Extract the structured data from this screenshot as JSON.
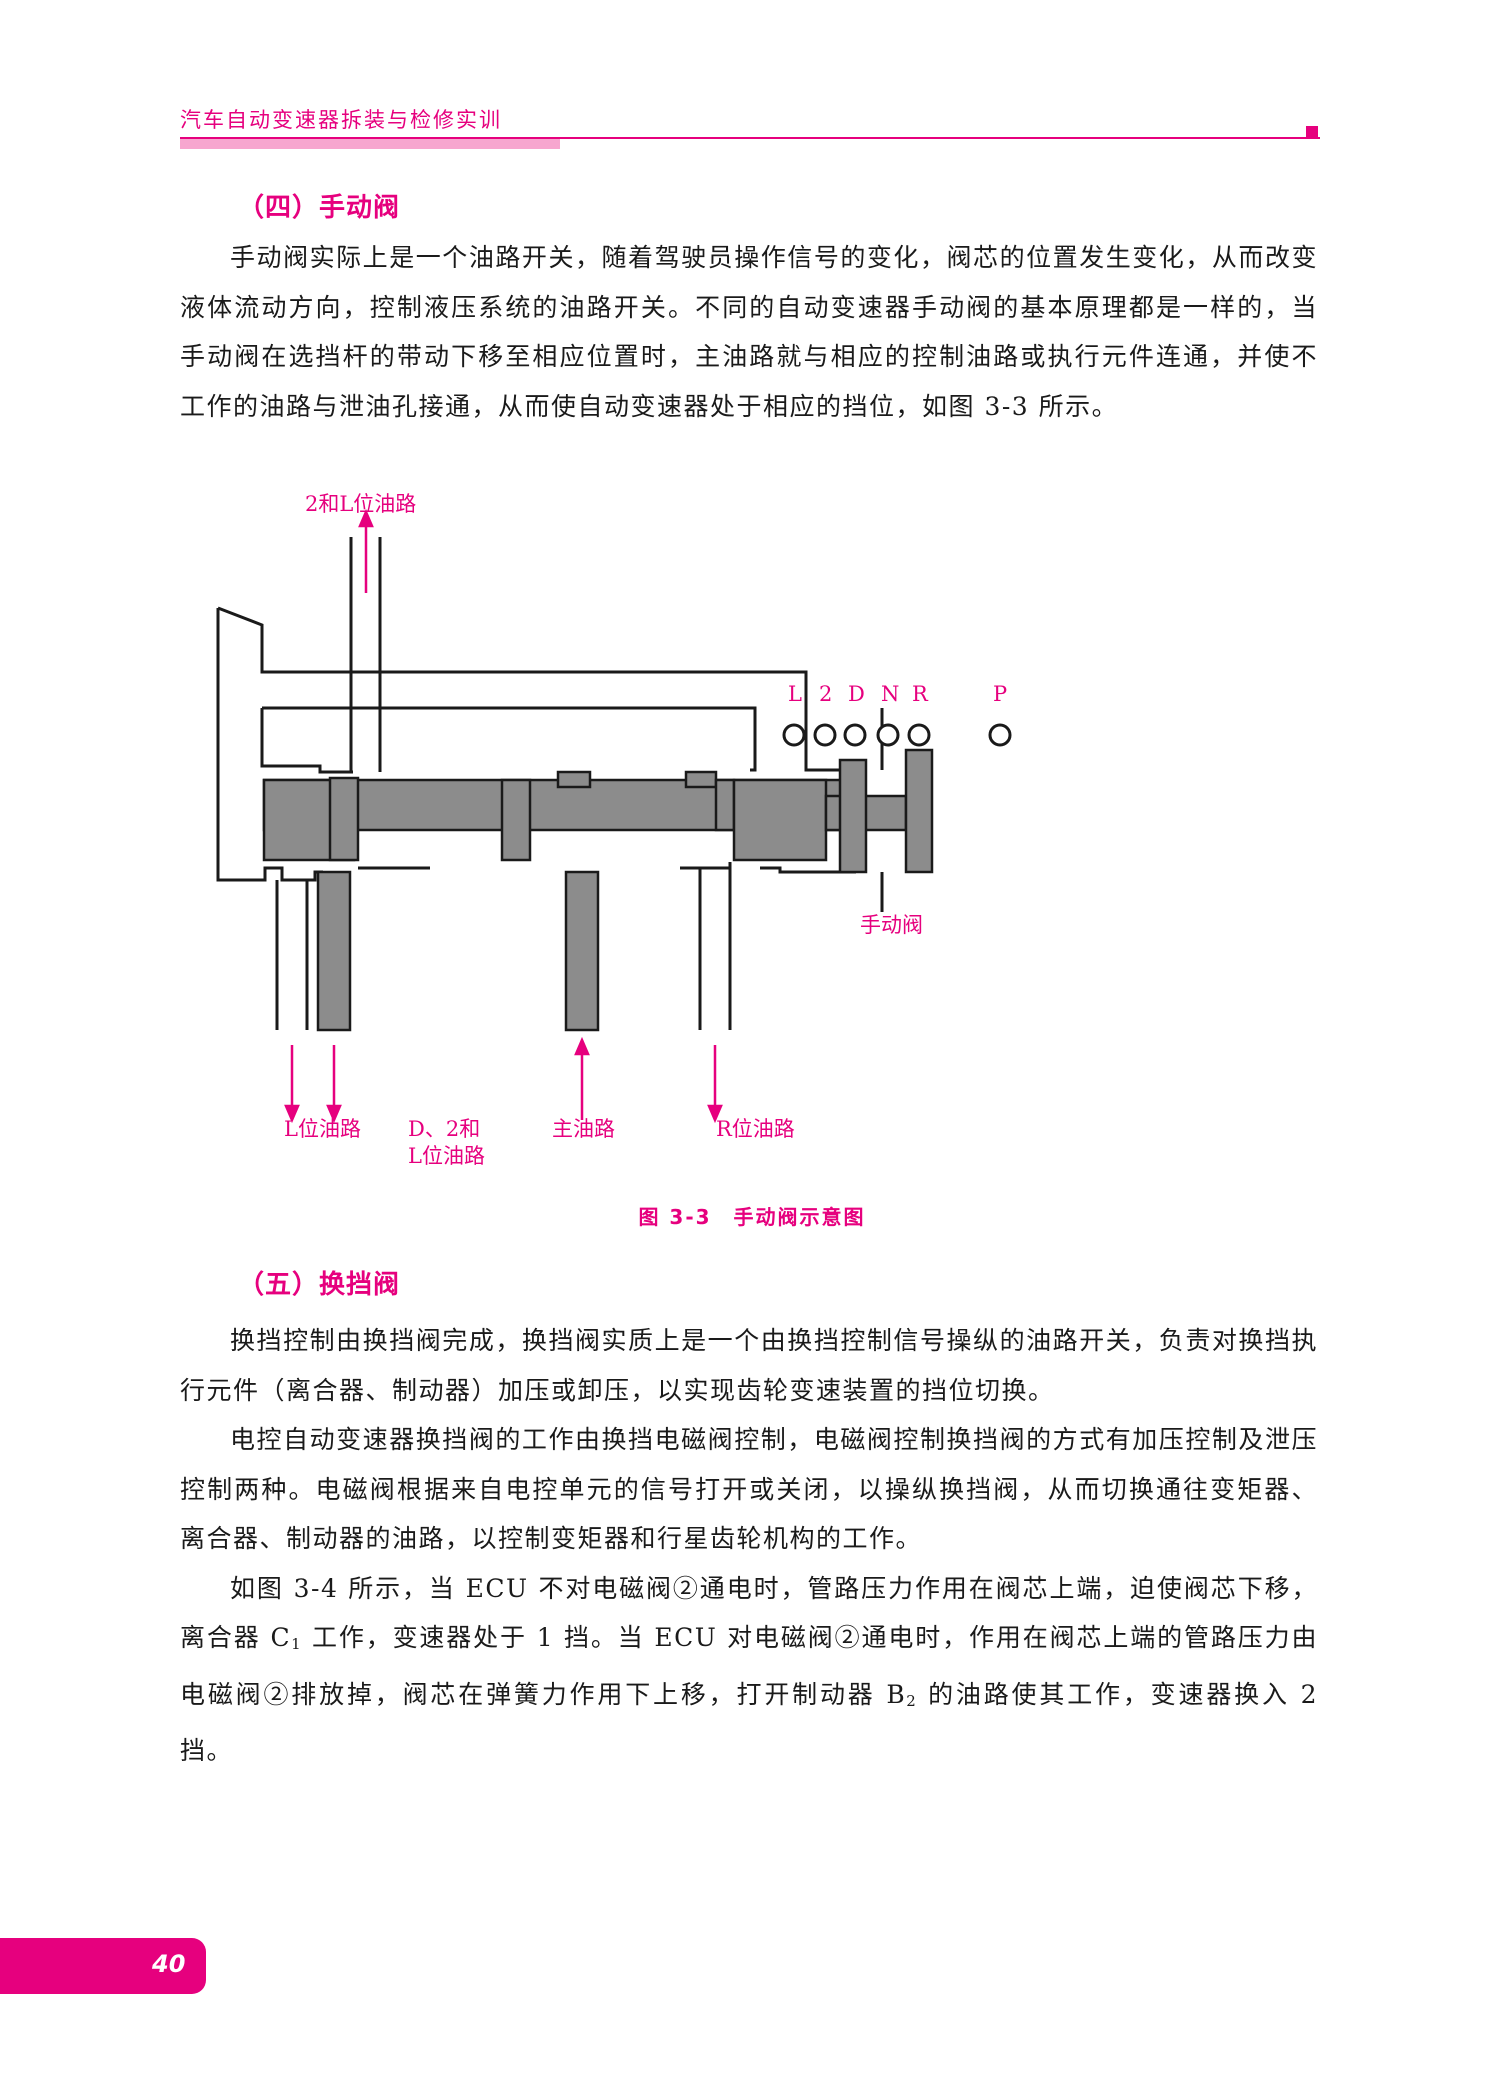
{
  "header": {
    "running_title": "汽车自动变速器拆装与检修实训"
  },
  "section4": {
    "heading": "（四）手动阀",
    "paragraph": "手动阀实际上是一个油路开关，随着驾驶员操作信号的变化，阀芯的位置发生变化，从而改变液体流动方向，控制液压系统的油路开关。不同的自动变速器手动阀的基本原理都是一样的，当手动阀在选挡杆的带动下移至相应位置时，主油路就与相应的控制油路或执行元件连通，并使不工作的油路与泄油孔接通，从而使自动变速器处于相应的挡位，如图 3-3 所示。"
  },
  "figure": {
    "labels": {
      "top_outlet": "2和L位油路",
      "manual_valve": "手动阀",
      "l_line": "L位油路",
      "d2l_line_1": "D、2和",
      "d2l_line_2": "L位油路",
      "main_line": "主油路",
      "r_line": "R位油路"
    },
    "positions": [
      "L",
      "2",
      "D",
      "N",
      "R",
      "P"
    ],
    "caption": "图 3-3　手动阀示意图"
  },
  "section5": {
    "heading": "（五）换挡阀",
    "p1": "换挡控制由换挡阀完成，换挡阀实质上是一个由换挡控制信号操纵的油路开关，负责对换挡执行元件（离合器、制动器）加压或卸压，以实现齿轮变速装置的挡位切换。",
    "p2": "电控自动变速器换挡阀的工作由换挡电磁阀控制，电磁阀控制换挡阀的方式有加压控制及泄压控制两种。电磁阀根据来自电控单元的信号打开或关闭，以操纵换挡阀，从而切换通往变矩器、离合器、制动器的油路，以控制变矩器和行星齿轮机构的工作。",
    "p3_a": "如图 3-4 所示，当 ECU 不对电磁阀②通电时，管路压力作用在阀芯上端，迫使阀芯下移，离合器 C",
    "p3_sub1": "1",
    "p3_b": " 工作，变速器处于 1 挡。当 ECU 对电磁阀②通电时，作用在阀芯上端的管路压力由电磁阀②排放掉，阀芯在弹簧力作用下上移，打开制动器 B",
    "p3_sub2": "2",
    "p3_c": " 的油路使其工作，变速器换入 2 挡。"
  },
  "footer": {
    "page_number": "40"
  },
  "colors": {
    "accent": "#e6007e",
    "valve_gray": "#8c8c8c"
  }
}
